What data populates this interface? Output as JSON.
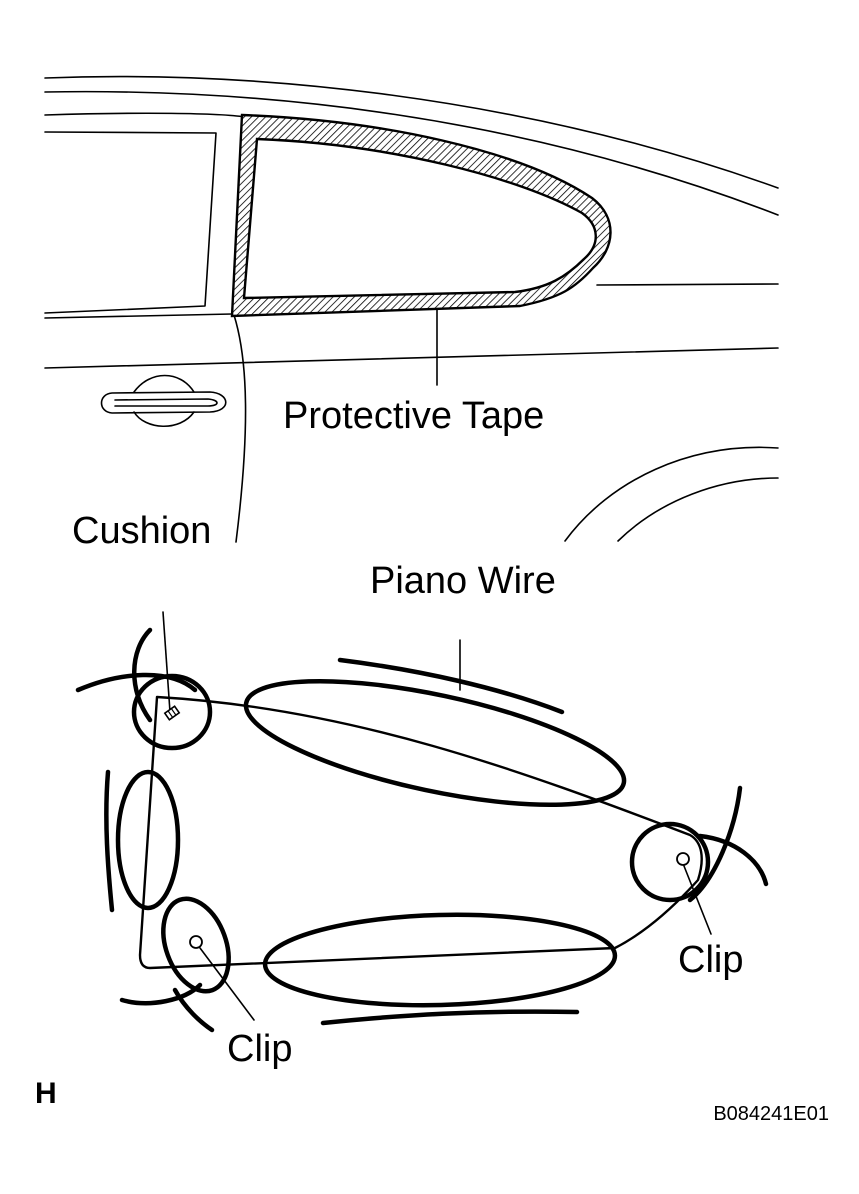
{
  "labels": {
    "protective_tape": "Protective Tape",
    "cushion": "Cushion",
    "piano_wire": "Piano Wire",
    "clip_right": "Clip",
    "clip_left": "Clip"
  },
  "view_mark": "H",
  "figure_code": "B084241E01"
}
